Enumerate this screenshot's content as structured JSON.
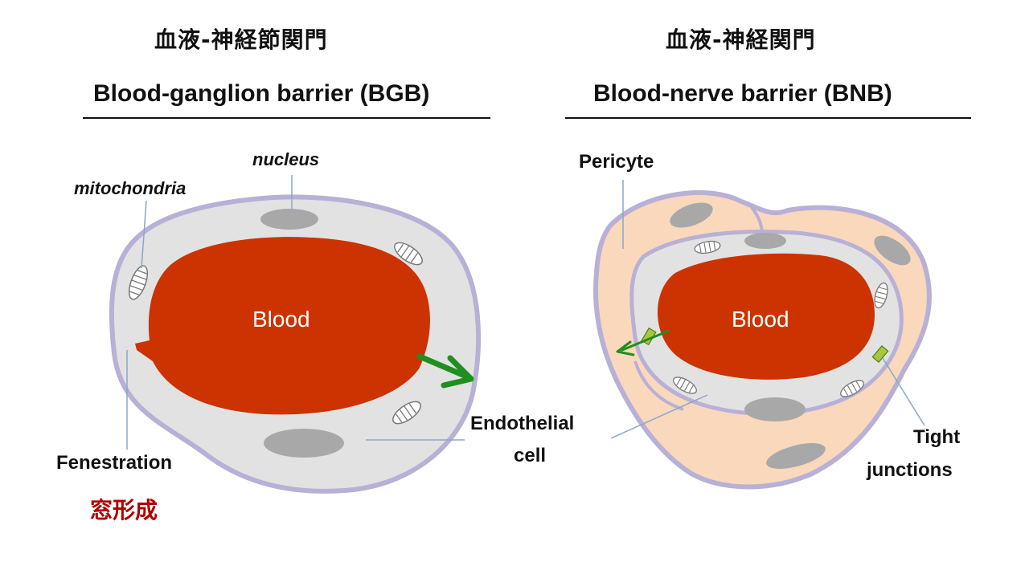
{
  "left": {
    "title_jp": "血液-神経節関門",
    "title_en": "Blood-ganglion barrier (BGB)",
    "label_nucleus": "nucleus",
    "label_mitochondria": "mitochondria",
    "label_blood": "Blood",
    "label_fenestration": "Fenestration",
    "label_fenestration_jp": "窓形成"
  },
  "right": {
    "title_jp": "血液-神経関門",
    "title_en": "Blood-nerve barrier (BNB)",
    "label_pericyte": "Pericyte",
    "label_blood": "Blood",
    "label_tight_1": "Tight",
    "label_tight_2": "junctions"
  },
  "shared": {
    "label_endothelial_1": "Endothelial",
    "label_endothelial_2": "cell"
  },
  "colors": {
    "blood": "#cc3300",
    "endothelium": "#e2e2e2",
    "membrane": "#b8b0d6",
    "pericyte": "#fad8bc",
    "nucleus": "#a8a8a8",
    "arrow": "#1f8f1f",
    "tight_junction": "#a8c83c",
    "leader": "#8aa8c8",
    "accent_red": "#b00000"
  }
}
